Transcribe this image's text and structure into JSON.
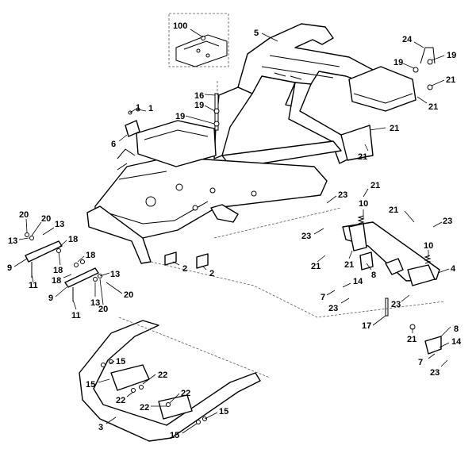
{
  "callouts": [
    {
      "id": "c100",
      "text": "100"
    },
    {
      "id": "c5",
      "text": "5"
    },
    {
      "id": "c24",
      "text": "24"
    },
    {
      "id": "c19a",
      "text": "19"
    },
    {
      "id": "c19b",
      "text": "19"
    },
    {
      "id": "c21a",
      "text": "21"
    },
    {
      "id": "c21b",
      "text": "21"
    },
    {
      "id": "c1a",
      "text": "1"
    },
    {
      "id": "c1b",
      "text": "1"
    },
    {
      "id": "c16",
      "text": "16"
    },
    {
      "id": "c19c",
      "text": "19"
    },
    {
      "id": "c19d",
      "text": "19"
    },
    {
      "id": "c6",
      "text": "6"
    },
    {
      "id": "c21c",
      "text": "21"
    },
    {
      "id": "c21d",
      "text": "21"
    },
    {
      "id": "c23a",
      "text": "23"
    },
    {
      "id": "c21e",
      "text": "21"
    },
    {
      "id": "c10a",
      "text": "10"
    },
    {
      "id": "c21f",
      "text": "21"
    },
    {
      "id": "c23b",
      "text": "23"
    },
    {
      "id": "c23c",
      "text": "23"
    },
    {
      "id": "c21g",
      "text": "21"
    },
    {
      "id": "c10b",
      "text": "10"
    },
    {
      "id": "c21h",
      "text": "21"
    },
    {
      "id": "c8a",
      "text": "8"
    },
    {
      "id": "c4",
      "text": "4"
    },
    {
      "id": "c14a",
      "text": "14"
    },
    {
      "id": "c7a",
      "text": "7"
    },
    {
      "id": "c23d",
      "text": "23"
    },
    {
      "id": "c23e",
      "text": "23"
    },
    {
      "id": "c17",
      "text": "17"
    },
    {
      "id": "c21i",
      "text": "21"
    },
    {
      "id": "c8b",
      "text": "8"
    },
    {
      "id": "c14b",
      "text": "14"
    },
    {
      "id": "c7b",
      "text": "7"
    },
    {
      "id": "c23f",
      "text": "23"
    },
    {
      "id": "c20a",
      "text": "20"
    },
    {
      "id": "c20b",
      "text": "20"
    },
    {
      "id": "c13a",
      "text": "13"
    },
    {
      "id": "c13b",
      "text": "13"
    },
    {
      "id": "c18a",
      "text": "18"
    },
    {
      "id": "c9a",
      "text": "9"
    },
    {
      "id": "c18b",
      "text": "18"
    },
    {
      "id": "c11a",
      "text": "11"
    },
    {
      "id": "c18c",
      "text": "18"
    },
    {
      "id": "c18d",
      "text": "18"
    },
    {
      "id": "c13c",
      "text": "13"
    },
    {
      "id": "c9b",
      "text": "9"
    },
    {
      "id": "c13d",
      "text": "13"
    },
    {
      "id": "c20c",
      "text": "20"
    },
    {
      "id": "c20d",
      "text": "20"
    },
    {
      "id": "c11b",
      "text": "11"
    },
    {
      "id": "c2a",
      "text": "2"
    },
    {
      "id": "c2b",
      "text": "2"
    },
    {
      "id": "c15a",
      "text": "15"
    },
    {
      "id": "c15b",
      "text": "15"
    },
    {
      "id": "c22a",
      "text": "22"
    },
    {
      "id": "c22b",
      "text": "22"
    },
    {
      "id": "c22c",
      "text": "22"
    },
    {
      "id": "c22d",
      "text": "22"
    },
    {
      "id": "c3",
      "text": "3"
    },
    {
      "id": "c15c",
      "text": "15"
    },
    {
      "id": "c15d",
      "text": "15"
    }
  ]
}
